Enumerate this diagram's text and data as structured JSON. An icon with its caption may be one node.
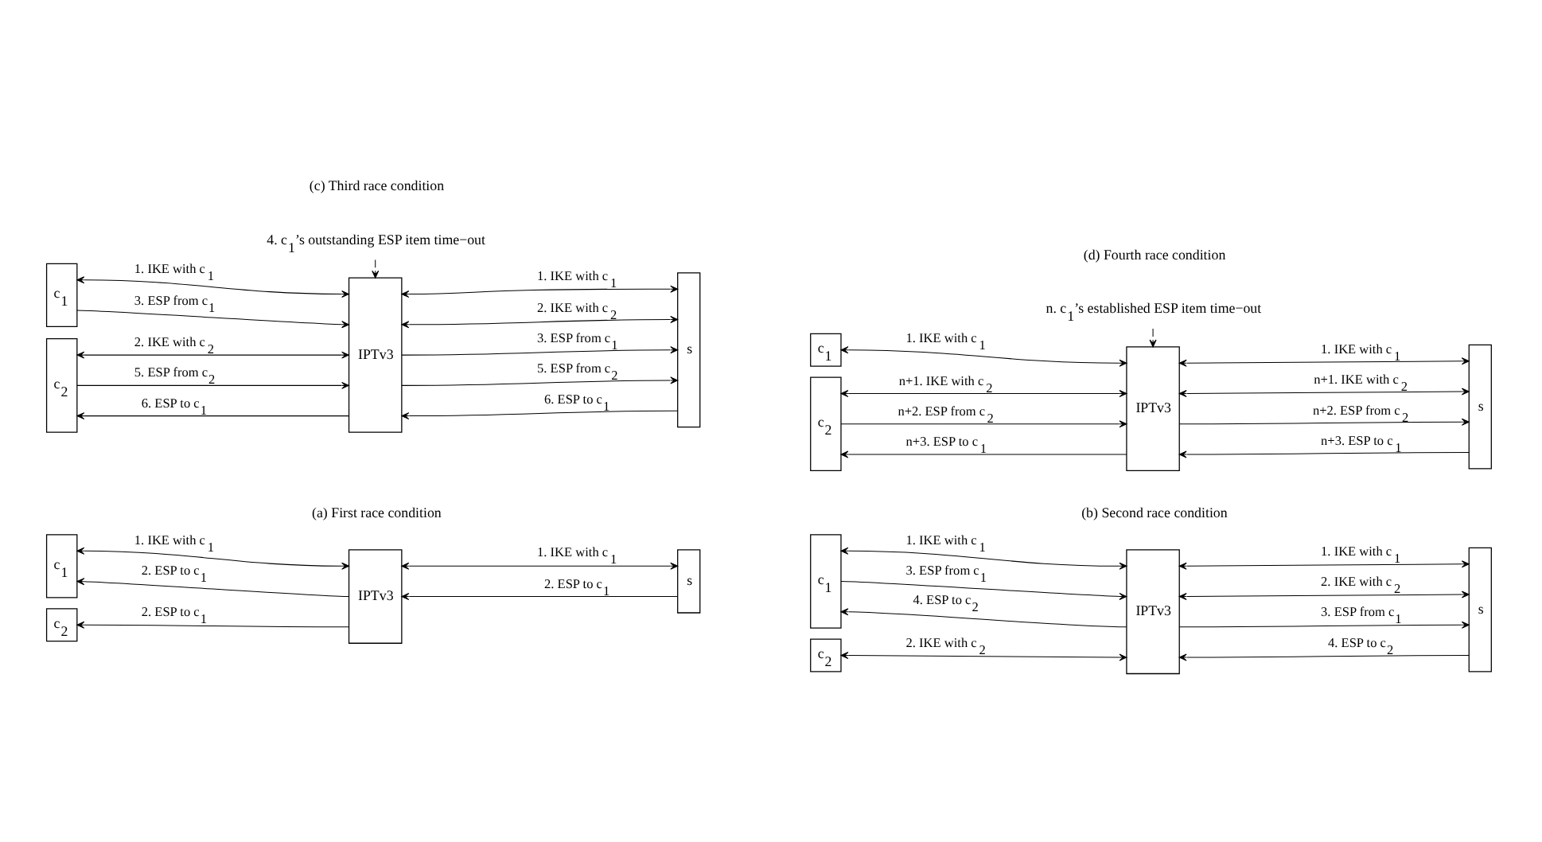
{
  "diagram": {
    "nodes": [
      {
        "text": [
          "c$_{1}$"
        ]
      },
      {
        "text": [
          "c$_{2}$"
        ]
      },
      {
        "text": [
          "IPTv3"
        ]
      },
      {
        "text": [
          "s"
        ]
      },
      {
        "text": [
          "c$_{1}$"
        ]
      },
      {
        "text": [
          "c$_{2}$"
        ]
      },
      {
        "text": [
          "IPTv3"
        ]
      },
      {
        "text": [
          "s"
        ]
      },
      {
        "text": [
          "4. c$_{1}$’s outstanding ESP item time−out"
        ]
      },
      {
        "text": [
          "c$_{1}$"
        ]
      },
      {
        "text": [
          "c$_{2}$"
        ]
      },
      {
        "text": [
          "IPTv3"
        ]
      },
      {
        "text": [
          "s"
        ]
      },
      {
        "text": [
          "n. c$_{1}$’s established ESP item time−out"
        ]
      },
      {
        "text": [
          "c$_{1}$"
        ]
      },
      {
        "text": [
          "c$_{2}$"
        ]
      },
      {
        "text": [
          "IPTv3"
        ]
      },
      {
        "text": [
          "s"
        ]
      }
    ],
    "edges": [
      {
        "from": 0,
        "to": 2,
        "arrow": "both",
        "label": "1. IKE with c$_{1}$"
      },
      {
        "from": 2,
        "to": 0,
        "arrow": "to",
        "label": "2. ESP to c$_{1}$"
      },
      {
        "from": 2,
        "to": 1,
        "arrow": "to",
        "label": "2. ESP to c$_{1}$"
      },
      {
        "from": 2,
        "to": 3,
        "arrow": "both",
        "label": "1. IKE with c$_{1}$"
      },
      {
        "from": 3,
        "to": 2,
        "arrow": "to",
        "label": "2. ESP to c$_{1}$"
      },
      {
        "from": 4,
        "to": 6,
        "arrow": "both",
        "label": "1. IKE with c$_{1}$"
      },
      {
        "from": 4,
        "to": 6,
        "arrow": "to",
        "label": "3. ESP from c$_{1}$"
      },
      {
        "from": 6,
        "to": 4,
        "arrow": "to",
        "label": "4. ESP to c$_{2}$"
      },
      {
        "from": 5,
        "to": 6,
        "arrow": "both",
        "label": "2. IKE with c$_{2}$"
      },
      {
        "from": 6,
        "to": 7,
        "arrow": "both",
        "label": "1. IKE with c$_{1}$"
      },
      {
        "from": 6,
        "to": 7,
        "arrow": "both",
        "label": "2. IKE with c$_{2}$"
      },
      {
        "from": 6,
        "to": 7,
        "arrow": "to",
        "label": "3. ESP from c$_{1}$"
      },
      {
        "from": 7,
        "to": 6,
        "arrow": "to",
        "label": "4. ESP to c$_{2}$"
      },
      {
        "from": 8,
        "to": 11,
        "arrow": "to"
      },
      {
        "from": 9,
        "to": 11,
        "arrow": "both",
        "label": "1. IKE with c$_{1}$"
      },
      {
        "from": 9,
        "to": 11,
        "arrow": "to",
        "label": "3. ESP from c$_{1}$"
      },
      {
        "from": 10,
        "to": 11,
        "arrow": "both",
        "label": "2. IKE with c$_{2}$"
      },
      {
        "from": 10,
        "to": 11,
        "arrow": "to",
        "label": "5. ESP from c$_{2}$"
      },
      {
        "from": 11,
        "to": 10,
        "arrow": "to",
        "label": "6. ESP to c$_{1}$"
      },
      {
        "from": 11,
        "to": 12,
        "arrow": "both",
        "label": "1. IKE with c$_{1}$"
      },
      {
        "from": 11,
        "to": 12,
        "arrow": "both",
        "label": "2. IKE with c$_{2}$"
      },
      {
        "from": 11,
        "to": 12,
        "arrow": "to",
        "label": "3. ESP from c$_{1}$"
      },
      {
        "from": 11,
        "to": 12,
        "arrow": "to",
        "label": "5. ESP from c$_{2}$"
      },
      {
        "from": 12,
        "to": 11,
        "arrow": "to",
        "label": "6. ESP to c$_{1}$"
      },
      {
        "from": 13,
        "to": 16,
        "arrow": "to"
      },
      {
        "from": 14,
        "to": 16,
        "arrow": "both",
        "label": "1. IKE with c$_{1}$"
      },
      {
        "from": 15,
        "to": 16,
        "arrow": "both",
        "label": "n+1. IKE with c$_{2}$"
      },
      {
        "from": 15,
        "to": 16,
        "arrow": "to",
        "label": "n+2. ESP from c$_{2}$"
      },
      {
        "from": 16,
        "to": 15,
        "arrow": "to",
        "label": "n+3. ESP to c$_{1}$"
      },
      {
        "from": 16,
        "to": 17,
        "arrow": "both",
        "label": "1. IKE with c$_{1}$"
      },
      {
        "from": 16,
        "to": 17,
        "arrow": "both",
        "label": "n+1. IKE with c$_{2}$"
      },
      {
        "from": 16,
        "to": 17,
        "arrow": "to",
        "label": "n+2. ESP from c$_{2}$"
      },
      {
        "from": 17,
        "to": 16,
        "arrow": "to",
        "label": "n+3. ESP to c$_{1}$"
      }
    ],
    "labels": [
      "(a) First race condition",
      "(b) Second race condition",
      "(c) Third race condition",
      "(d) Fourth race condition"
    ]
  }
}
